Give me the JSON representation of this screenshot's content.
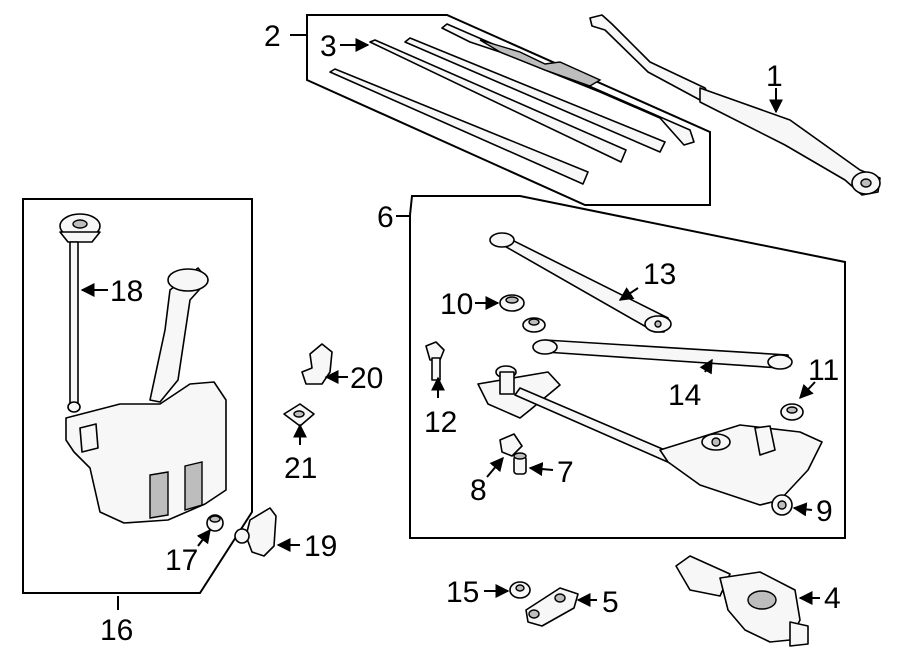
{
  "callouts": {
    "c1": "1",
    "c2": "2",
    "c3": "3",
    "c4": "4",
    "c5": "5",
    "c6": "6",
    "c7": "7",
    "c8": "8",
    "c9": "9",
    "c10": "10",
    "c11": "11",
    "c12": "12",
    "c13": "13",
    "c14": "14",
    "c15": "15",
    "c16": "16",
    "c17": "17",
    "c18": "18",
    "c19": "19",
    "c20": "20",
    "c21": "21"
  },
  "colors": {
    "line": "#000000",
    "fill": "#f7f7f7",
    "shade": "#bdbdbd"
  }
}
